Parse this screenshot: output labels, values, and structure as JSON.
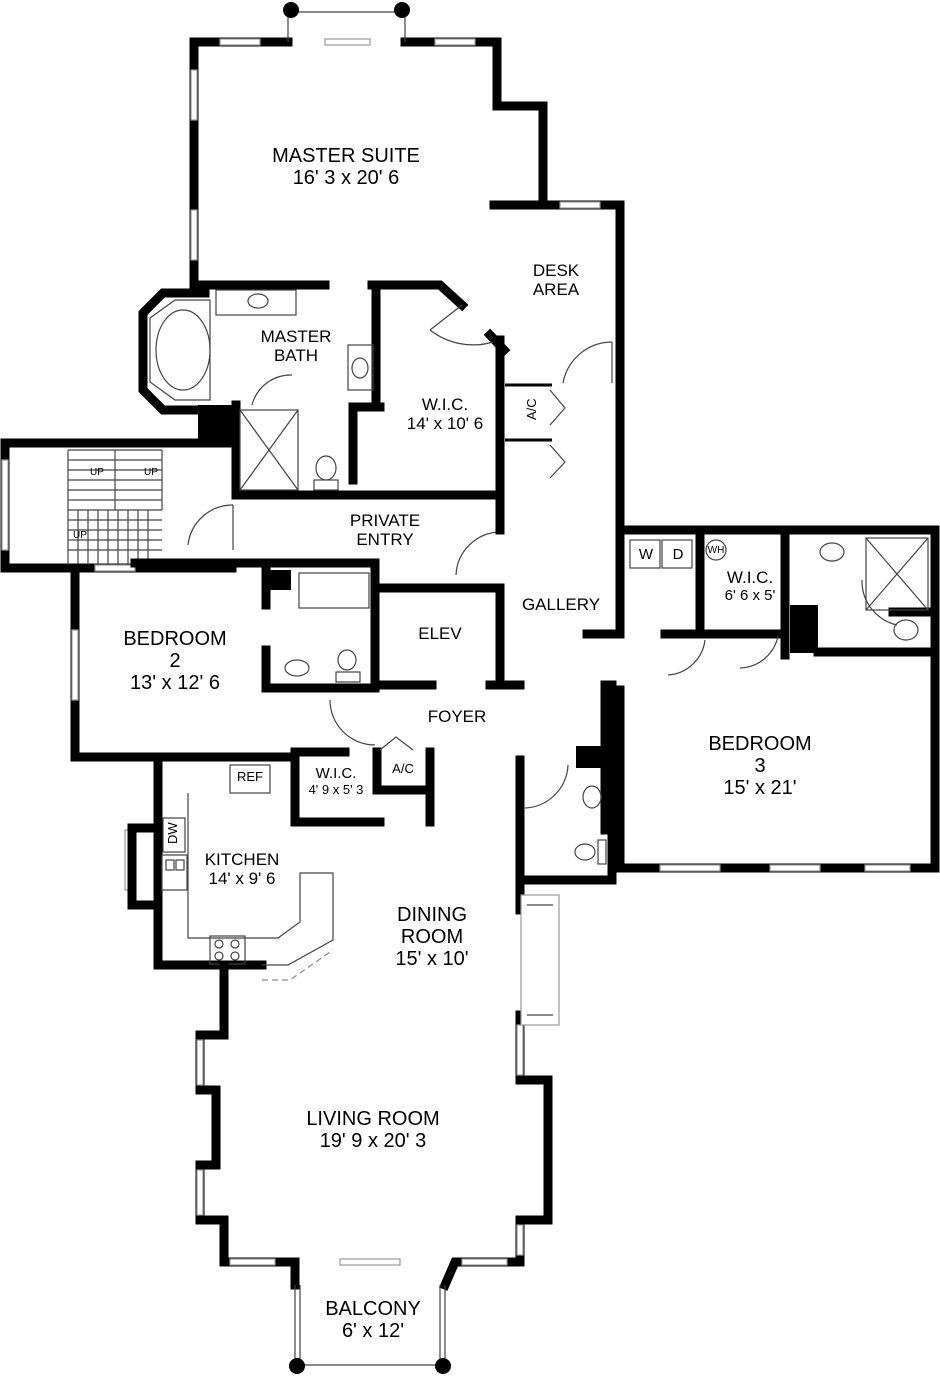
{
  "rooms": {
    "master_suite": {
      "name": "MASTER SUITE",
      "size": "16' 3 x 20' 6"
    },
    "desk_area": {
      "line1": "DESK",
      "line2": "AREA"
    },
    "master_bath": {
      "line1": "MASTER",
      "line2": "BATH"
    },
    "wic_master": {
      "name": "W.I.C.",
      "size": "14' x 10' 6"
    },
    "ac_upper": {
      "name": "A/C"
    },
    "private_entry": {
      "line1": "PRIVATE",
      "line2": "ENTRY"
    },
    "bedroom2": {
      "line1": "BEDROOM",
      "line2": "2",
      "size": "13' x 12' 6"
    },
    "elev": {
      "name": "ELEV"
    },
    "gallery": {
      "name": "GALLERY"
    },
    "foyer": {
      "name": "FOYER"
    },
    "wic_kitchen": {
      "name": "W.I.C.",
      "size": "4' 9 x 5' 3"
    },
    "ac_lower": {
      "name": "A/C"
    },
    "ref": {
      "name": "REF"
    },
    "dw": {
      "name": "DW"
    },
    "kitchen": {
      "name": "KITCHEN",
      "size": "14' x 9' 6"
    },
    "dining": {
      "line1": "DINING",
      "line2": "ROOM",
      "size": "15' x 10'"
    },
    "living": {
      "name": "LIVING ROOM",
      "size": "19' 9 x 20' 3"
    },
    "balcony": {
      "name": "BALCONY",
      "size": "6' x 12'"
    },
    "laundry": {
      "w": "W",
      "d": "D"
    },
    "wh": {
      "name": "WH"
    },
    "wic_bed3": {
      "name": "W.I.C.",
      "size": "6' 6 x 5'"
    },
    "bedroom3": {
      "line1": "BEDROOM",
      "line2": "3",
      "size": "15' x 21'"
    }
  },
  "stairs": {
    "up1": "UP",
    "up2": "UP",
    "up3": "UP"
  }
}
